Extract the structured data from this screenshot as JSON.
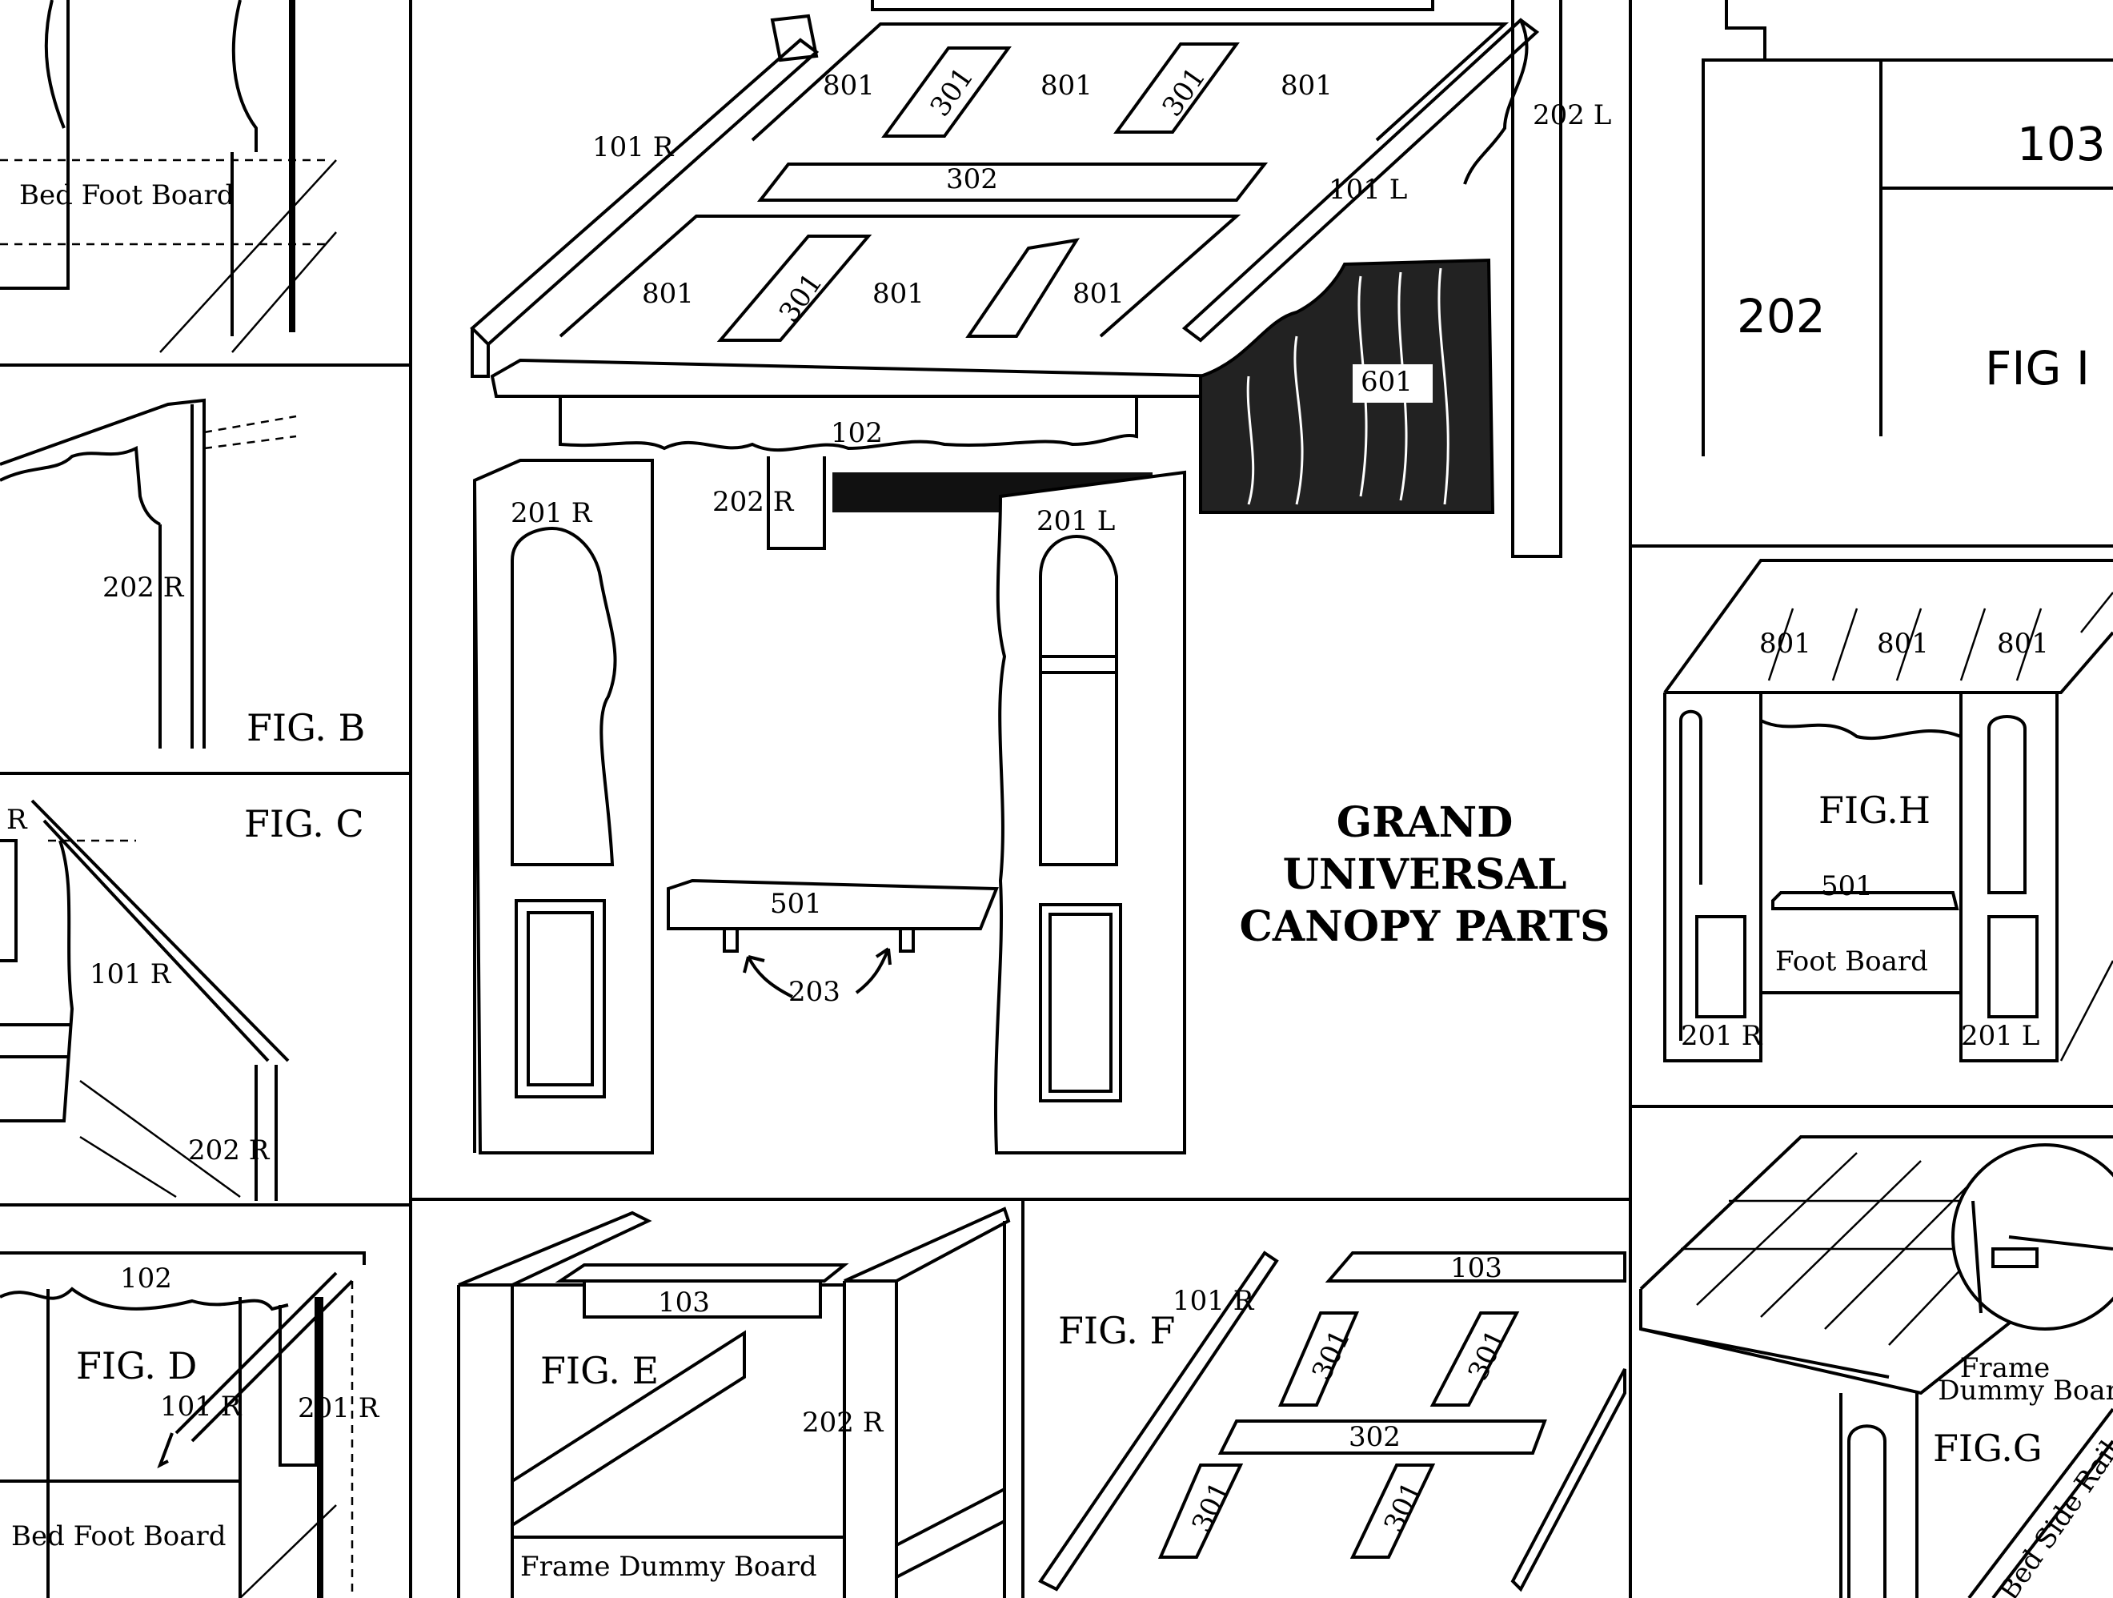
{
  "title_block": {
    "line1": "GRAND",
    "line2": "UNIVERSAL",
    "line3": "CANOPY PARTS"
  },
  "figures": {
    "b": "FIG. B",
    "c": "FIG. C",
    "d": "FIG. D",
    "e": "FIG. E",
    "f": "FIG. F",
    "g": "FIG.G",
    "h": "FIG.H",
    "i": "FIG I"
  },
  "part_labels": {
    "p101r": "101 R",
    "p101l": "101 L",
    "p102": "102",
    "p103": "103",
    "p201r": "201 R",
    "p201l": "201 L",
    "p202r": "202 R",
    "p202l": "202 L",
    "p202": "202",
    "p203": "203",
    "p301": "301",
    "p302": "302",
    "p501": "501",
    "p601": "601",
    "p801": "801",
    "r": "R"
  },
  "text_labels": {
    "bed_foot_board": "Bed Foot Board",
    "foot_board": "Foot Board",
    "frame_dummy_board": "Frame Dummy Board",
    "frame": "Frame",
    "dummy_board": "Dummy Board",
    "bed_side_rail": "Bed Side Rail"
  }
}
